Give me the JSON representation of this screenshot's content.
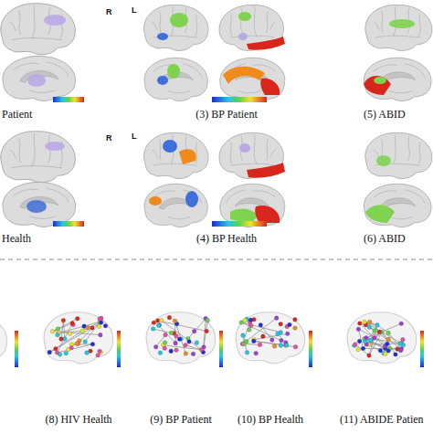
{
  "diagram": {
    "labels": [
      "R",
      "L",
      "Patient",
      "(3) BP Patient",
      "(5) ABID",
      "R",
      "L",
      "Health",
      "(4) BP Health",
      "(6) ABID",
      "(8) HIV Health",
      "(9) BP Patient",
      "(10) BP Health",
      "(11) ABIDE Patien"
    ]
  }
}
